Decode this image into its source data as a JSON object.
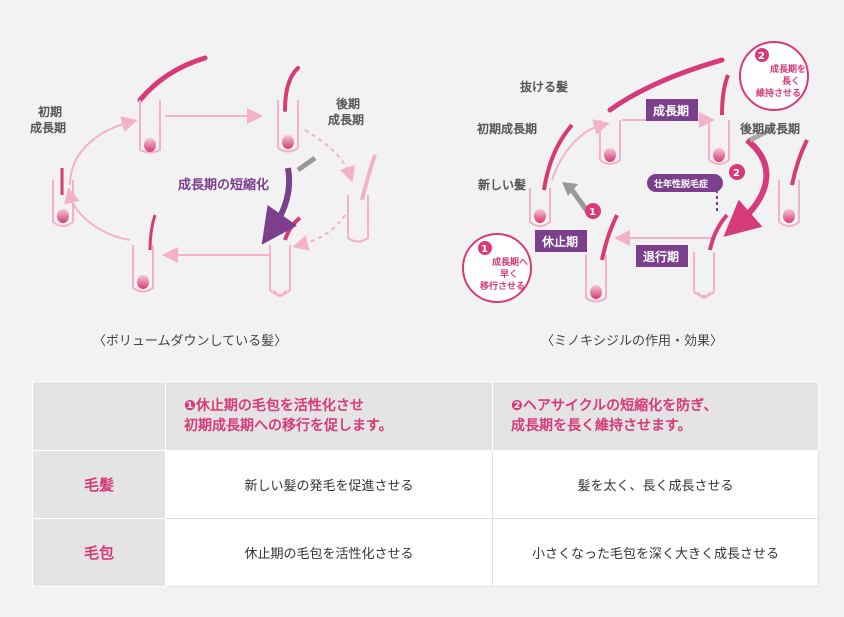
{
  "left_diagram": {
    "labels": {
      "early_growth": [
        "初期",
        "成長期"
      ],
      "late_growth": [
        "後期",
        "成長期"
      ],
      "shortening": "成長期の短縮化"
    },
    "caption": "〈ボリュームダウンしている髪〉"
  },
  "right_diagram": {
    "labels": {
      "falling_hair": "抜ける髪",
      "early_growth": "初期成長期",
      "new_hair": "新しい髪",
      "late_growth": "後期成長期"
    },
    "pills": {
      "growth": "成長期",
      "rest": "休止期",
      "regression": "退行期",
      "aga": "壮年性脱毛症"
    },
    "notes": {
      "note1": [
        "成長期へ",
        "早く",
        "移行させる"
      ],
      "note2": [
        "成長期を",
        "長く",
        "維持させる"
      ]
    },
    "badges": [
      "1",
      "2"
    ],
    "caption": "〈ミノキシジルの作用・効果〉"
  },
  "table": {
    "headers": [
      [
        "❶休止期の毛包を活性化させ",
        "初期成長期への移行を促します。"
      ],
      [
        "❷ヘアサイクルの短縮化を防ぎ、",
        "成長期を長く維持させます。"
      ]
    ],
    "rows": [
      {
        "label": "毛髪",
        "cells": [
          "新しい髪の発毛を促進させる",
          "髪を太く、長く成長させる"
        ]
      },
      {
        "label": "毛包",
        "cells": [
          "休止期の毛包を活性化させる",
          "小さくなった毛包を深く大きく成長させる"
        ]
      }
    ]
  },
  "colors": {
    "accent_pink": "#d63a78",
    "purple": "#7b3f8c",
    "light_pink": "#f3b2c8",
    "background": "#f2f2f2"
  }
}
